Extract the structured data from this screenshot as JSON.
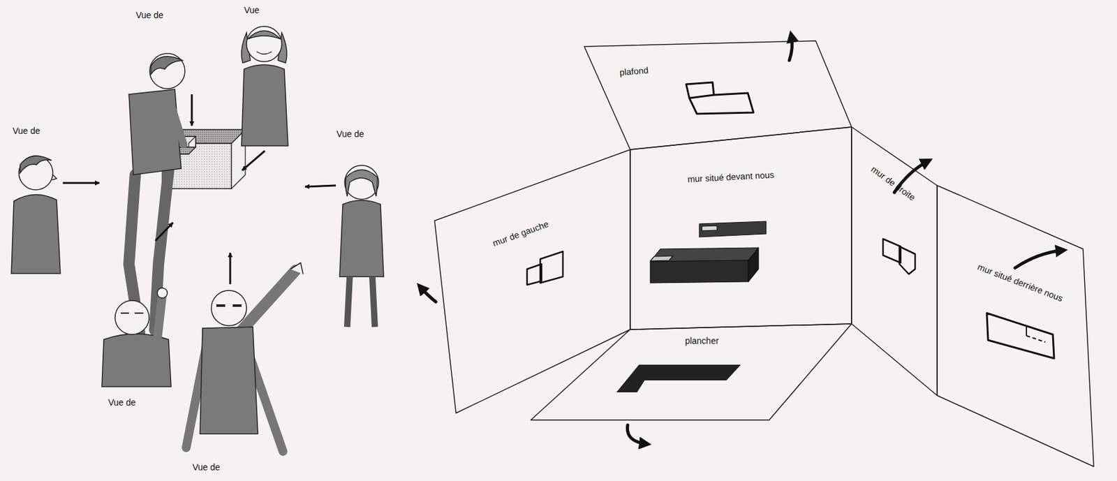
{
  "diagram": {
    "nodes": [
      {
        "text": [
          "plafond"
        ]
      },
      {
        "text": [
          "mur de gauche"
        ]
      },
      {
        "text": [
          "mur situé devant nous"
        ]
      },
      {
        "text": [
          "mur de droite"
        ]
      },
      {
        "text": [
          "mur situé derrière nous"
        ]
      },
      {
        "text": [
          "plancher"
        ]
      }
    ],
    "labels": [
      "Vue de",
      "Vue",
      "Vue de",
      "Vue de",
      "Vue de",
      "Vue de"
    ]
  }
}
